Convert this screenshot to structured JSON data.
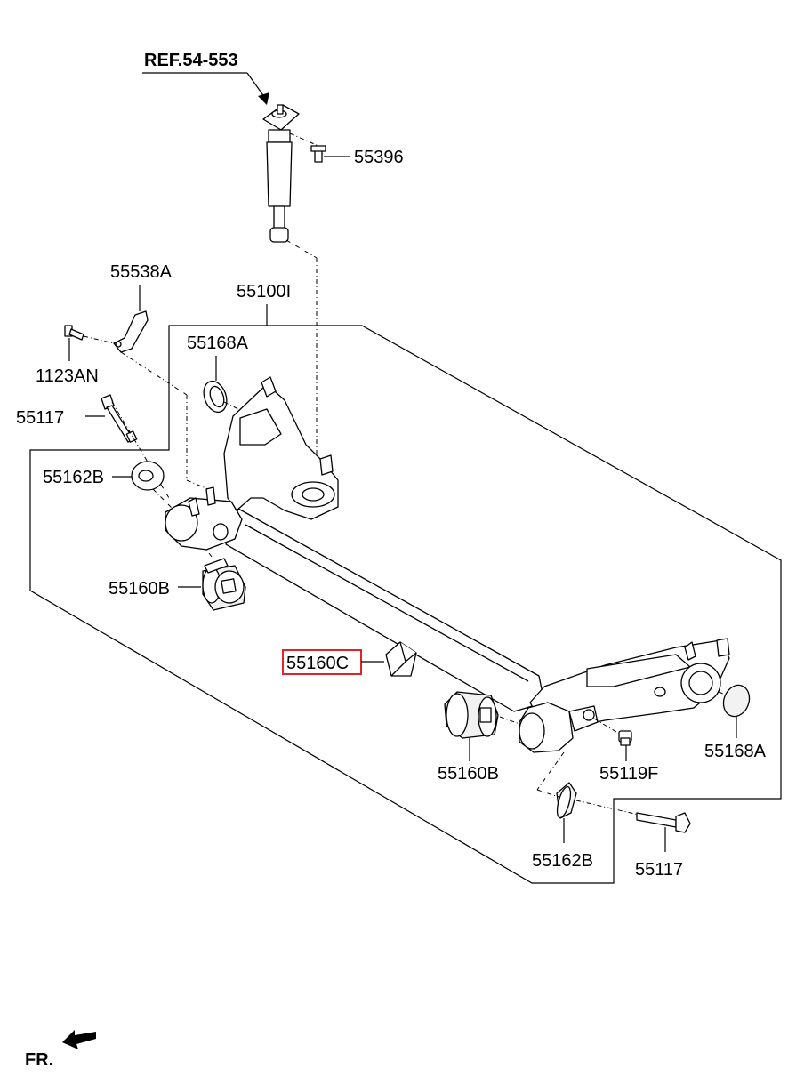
{
  "reference": "REF.54-553",
  "front_indicator": "FR.",
  "highlight_color": "#e0242b",
  "labels": {
    "shock_bolt": "55396",
    "assembly": "55100I",
    "bracket": "55538A",
    "bolt_small": "1123AN",
    "cap_left": "55168A",
    "bolt_left": "55117",
    "washer_left": "55162B",
    "bushing_left": "55160B",
    "stopper": "55160C",
    "bushing_right": "55160B",
    "nut_right": "55119F",
    "cap_right": "55168A",
    "washer_right": "55162B",
    "bolt_right": "55117"
  }
}
